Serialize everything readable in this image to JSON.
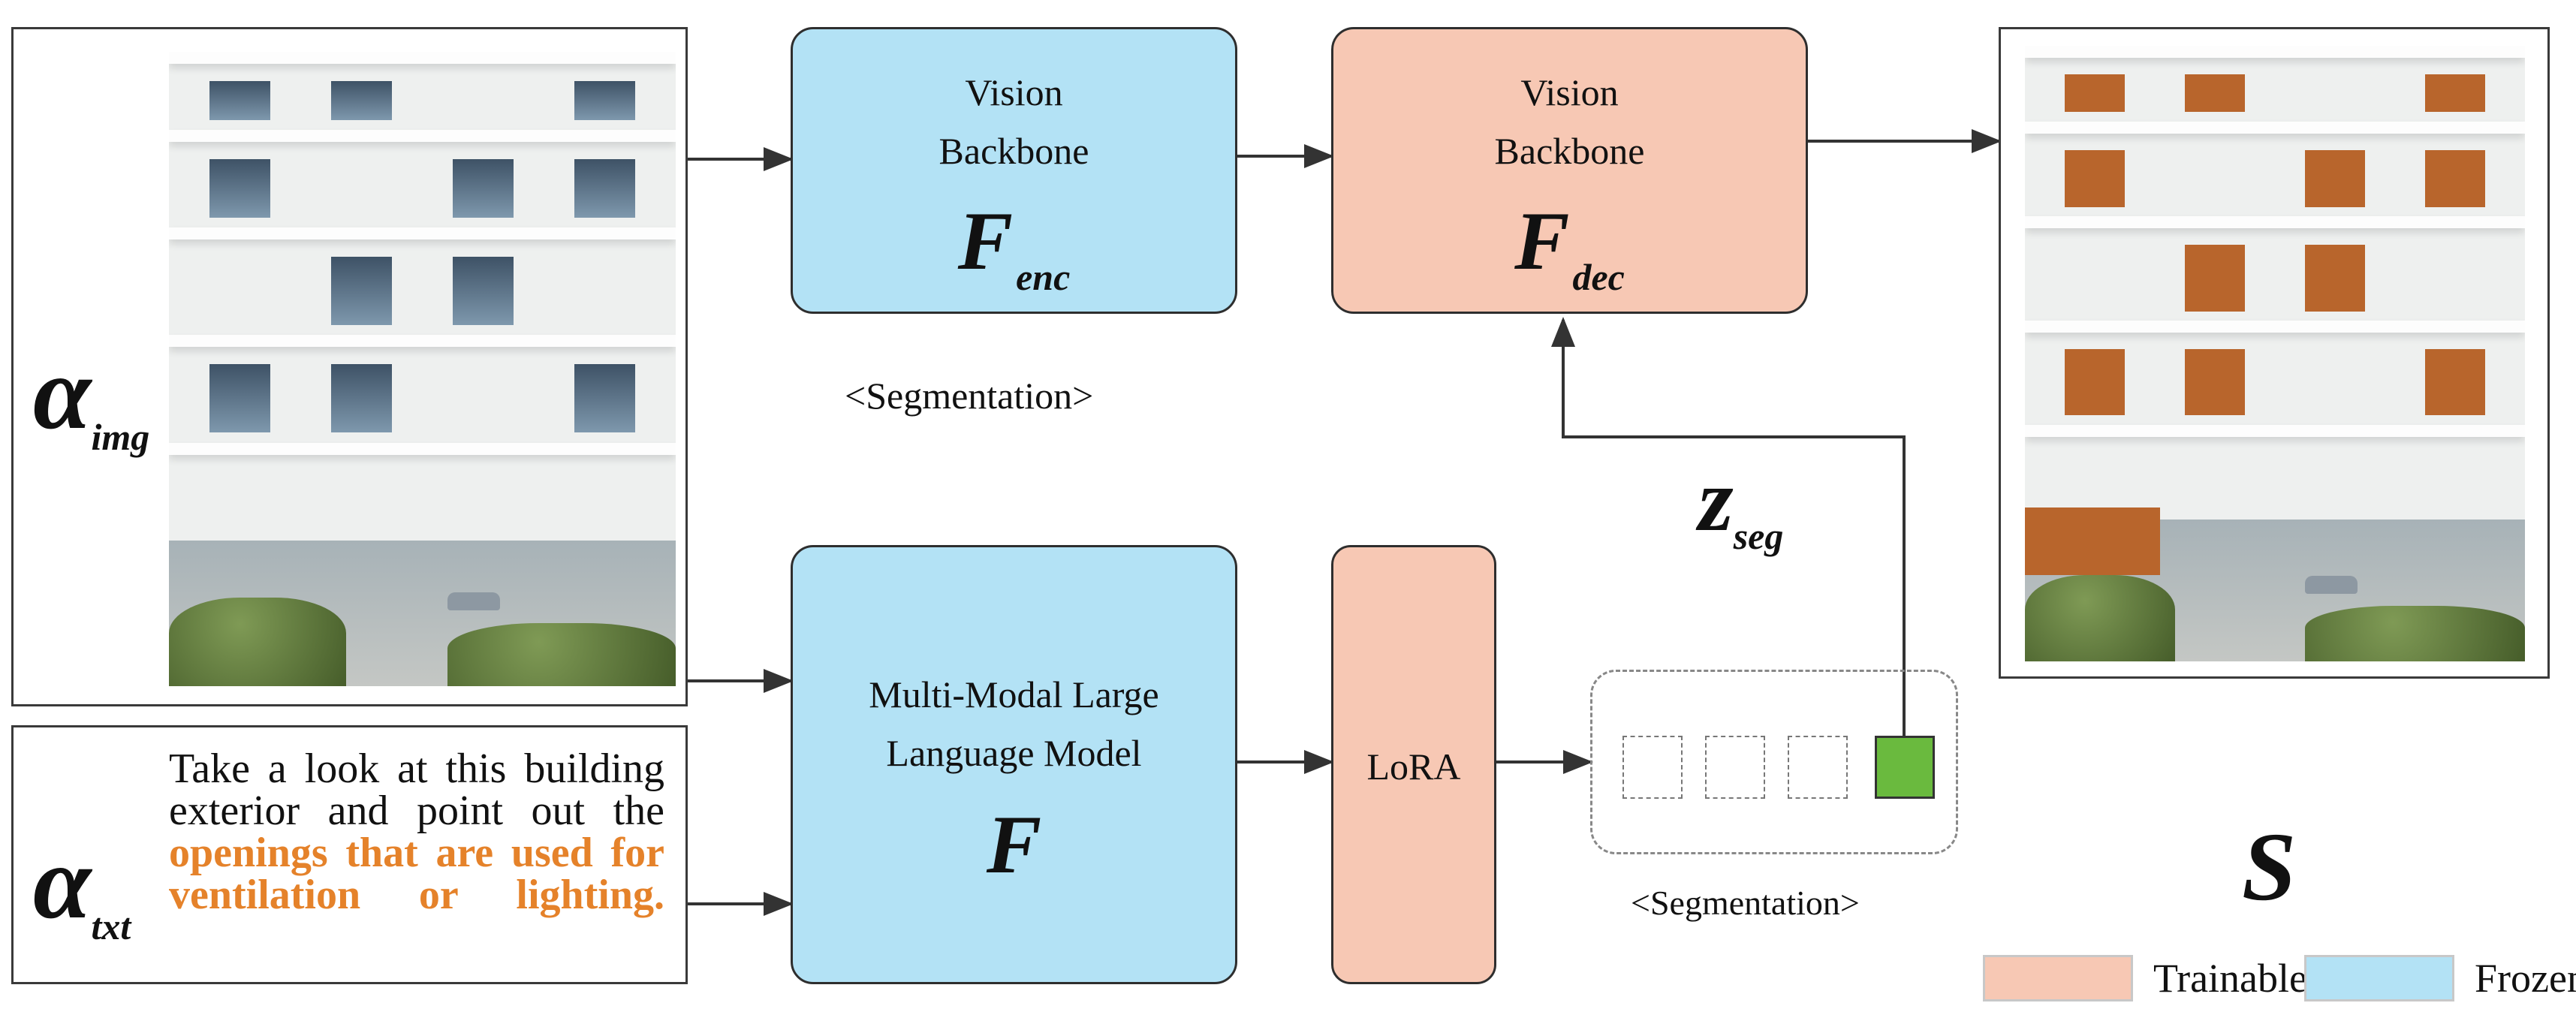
{
  "colors": {
    "frozen": "#b3e2f5",
    "trainable": "#f7c8b4",
    "highlight": "#e5822a",
    "token_active": "#6aba3e",
    "mask": "#b8652c"
  },
  "inputs": {
    "image_symbol": "α",
    "image_subscript": "img",
    "text_symbol": "α",
    "text_subscript": "txt",
    "prompt_plain": "Take a look at this building exterior and point out the",
    "prompt_highlight": "openings that are used for ventilation or lighting."
  },
  "encoder": {
    "title": "Vision Backbone",
    "symbol": "F",
    "subscript": "enc",
    "status": "frozen"
  },
  "decoder": {
    "title": "Vision Backbone",
    "symbol": "F",
    "subscript": "dec",
    "status": "trainable"
  },
  "segmentation_tag": "<Segmentation>",
  "llm": {
    "title": "Multi-Modal Large Language Model",
    "symbol": "F",
    "status": "frozen"
  },
  "lora": {
    "title": "LoRA",
    "status": "trainable"
  },
  "seg_token": {
    "symbol": "z",
    "subscript": "seg",
    "caption": "<Segmentation>",
    "token_count": 4,
    "active_index": 3
  },
  "output": {
    "symbol": "S"
  },
  "legend": [
    {
      "label": "Trainable",
      "color": "#f7c8b4"
    },
    {
      "label": "Frozen",
      "color": "#b3e2f5"
    }
  ]
}
